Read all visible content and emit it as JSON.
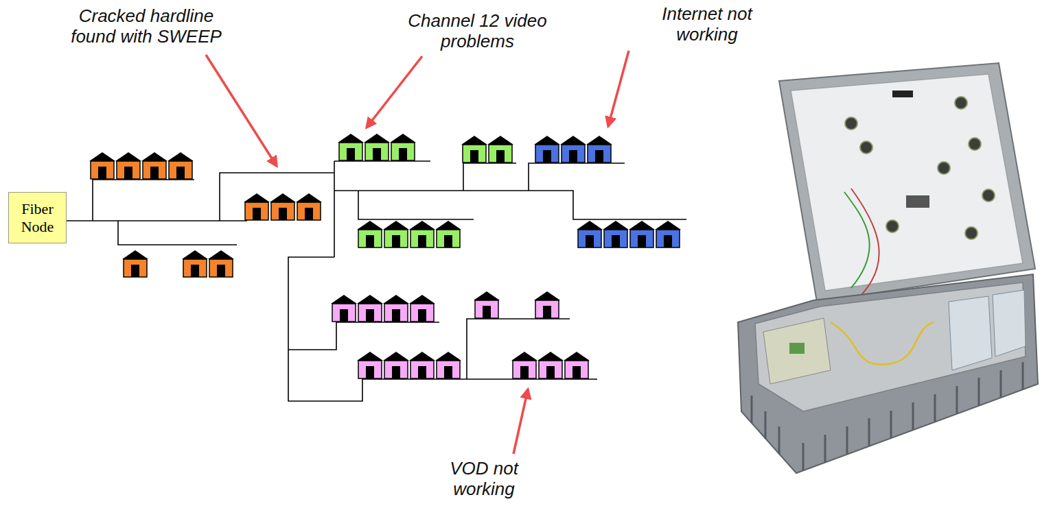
{
  "diagram": {
    "nodes": [
      {
        "text": [
          "Fiber Node"
        ]
      }
    ],
    "labels": [
      "Cracked hardline found with SWEEP",
      "Channel 12 video problems",
      "Internet not working",
      "VOD not working"
    ]
  }
}
